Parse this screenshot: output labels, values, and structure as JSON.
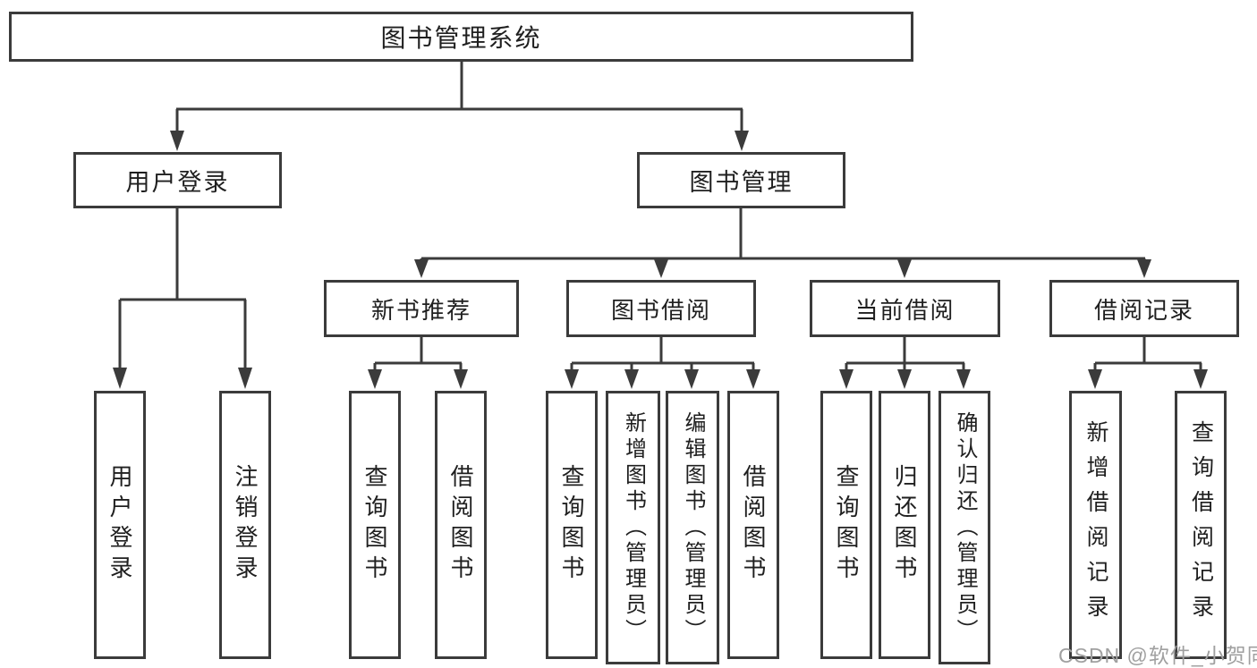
{
  "tree": {
    "label": "图书管理系统",
    "children": [
      {
        "label": "用户登录",
        "children": [
          {
            "label": "用户登录"
          },
          {
            "label": "注销登录"
          }
        ]
      },
      {
        "label": "图书管理",
        "children": [
          {
            "label": "新书推荐",
            "children": [
              {
                "label": "查询图书"
              },
              {
                "label": "借阅图书"
              }
            ]
          },
          {
            "label": "图书借阅",
            "children": [
              {
                "label": "查询图书"
              },
              {
                "label": "新增图书（管理员）"
              },
              {
                "label": "编辑图书（管理员）"
              },
              {
                "label": "借阅图书"
              }
            ]
          },
          {
            "label": "当前借阅",
            "children": [
              {
                "label": "查询图书"
              },
              {
                "label": "归还图书"
              },
              {
                "label": "确认归还（管理员）"
              }
            ]
          },
          {
            "label": "借阅记录",
            "children": [
              {
                "label": "新增借阅记录"
              },
              {
                "label": "查询借阅记录"
              }
            ]
          }
        ]
      }
    ]
  },
  "watermark": {
    "text": "CSDN @软件_小贺同学"
  },
  "colors": {
    "line": "#3b3b3b",
    "text": "#1f1f1f",
    "watermark": "#a0a0a0",
    "background": "#ffffff"
  }
}
